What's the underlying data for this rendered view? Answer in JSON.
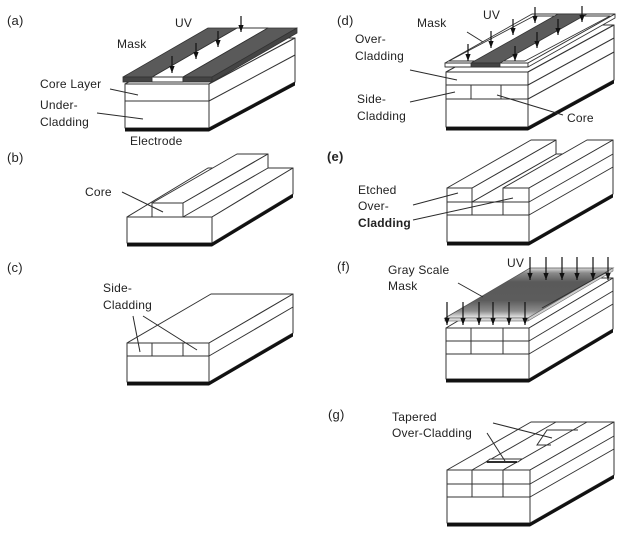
{
  "figure": {
    "panels": {
      "a": {
        "tag": "(a)",
        "uv": "UV",
        "mask": "Mask",
        "core_layer": "Core Layer",
        "under_cladding": [
          "Under-",
          "Cladding"
        ],
        "electrode": "Electrode"
      },
      "b": {
        "tag": "(b)",
        "core": "Core"
      },
      "c": {
        "tag": "(c)",
        "side_cladding": [
          "Side-",
          "Cladding"
        ]
      },
      "d": {
        "tag": "(d)",
        "mask": "Mask",
        "uv": "UV",
        "over_cladding": [
          "Over-",
          "Cladding"
        ],
        "side_cladding": [
          "Side-",
          "Cladding"
        ],
        "core": "Core"
      },
      "e": {
        "tag": "(e)",
        "etched_over_cladding": [
          "Etched",
          "Over-",
          "Cladding"
        ]
      },
      "f": {
        "tag": "(f)",
        "uv": "UV",
        "gray_scale_mask": [
          "Gray Scale",
          "Mask"
        ]
      },
      "g": {
        "tag": "(g)",
        "tapered_over_cladding": [
          "Tapered",
          "Over-Cladding"
        ]
      }
    }
  },
  "colors": {
    "mask_dark": "#5a5a5a",
    "mask_edge": "#444444",
    "electrode": "#111111",
    "line": "#333333",
    "text": "#222222"
  }
}
